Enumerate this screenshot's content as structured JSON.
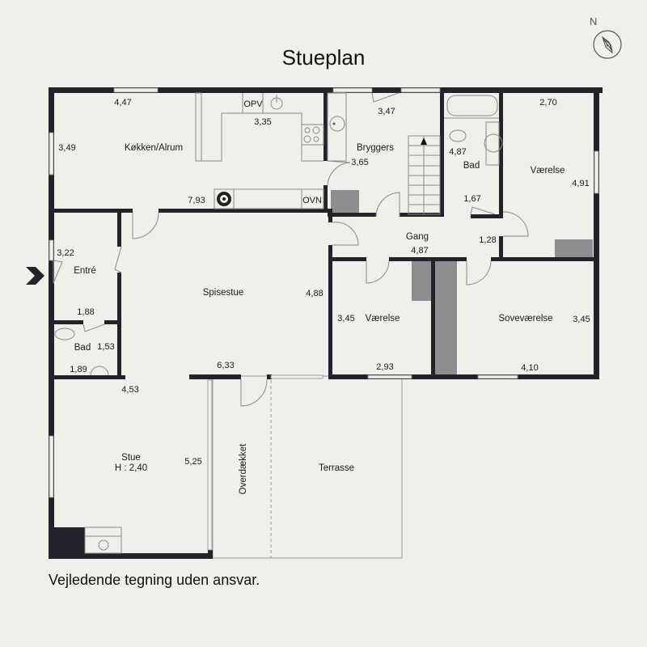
{
  "title": "Stueplan",
  "disclaimer": "Vejledende tegning uden ansvar.",
  "compass": {
    "label": "N",
    "icon": "compass-icon"
  },
  "entrance_marker": {
    "icon": "entrance-arrow-icon"
  },
  "colors": {
    "background": "#f0efe9",
    "wall": "#25222b",
    "fixture": "#8a8a86",
    "shaft": "#8e8d90"
  },
  "rooms": {
    "kitchen": {
      "name": "Køkken/Alrum",
      "dims": [
        "4,47",
        "3,49",
        "3,35",
        "7,93"
      ]
    },
    "utility": {
      "name": "Bryggers",
      "dims": [
        "3,47",
        "3,65"
      ]
    },
    "bath_north": {
      "name": "Bad",
      "dims": [
        "4,87",
        "1,67"
      ]
    },
    "room_ne": {
      "name": "Værelse",
      "dims": [
        "2,70",
        "4,91"
      ]
    },
    "hall": {
      "name": "Gang",
      "dims": [
        "4,87",
        "1,28"
      ]
    },
    "entry": {
      "name": "Entré",
      "dims": [
        "3,22",
        "1,88"
      ]
    },
    "bath_west": {
      "name": "Bad",
      "dims": [
        "1,53",
        "1,89"
      ]
    },
    "dining": {
      "name": "Spisestue",
      "dims": [
        "4,88",
        "6,33"
      ]
    },
    "room_s": {
      "name": "Værelse",
      "dims": [
        "3,45",
        "2,93"
      ]
    },
    "bedroom": {
      "name": "Soveværelse",
      "dims": [
        "3,45",
        "4,10"
      ]
    },
    "living": {
      "name": "Stue",
      "height": "H : 2,40",
      "dims": [
        "4,53",
        "5,25"
      ]
    },
    "covered": {
      "name": "Overdækket"
    },
    "terrace": {
      "name": "Terrasse"
    }
  },
  "fixtures": {
    "fridge": "OPV",
    "oven": "OVN"
  }
}
